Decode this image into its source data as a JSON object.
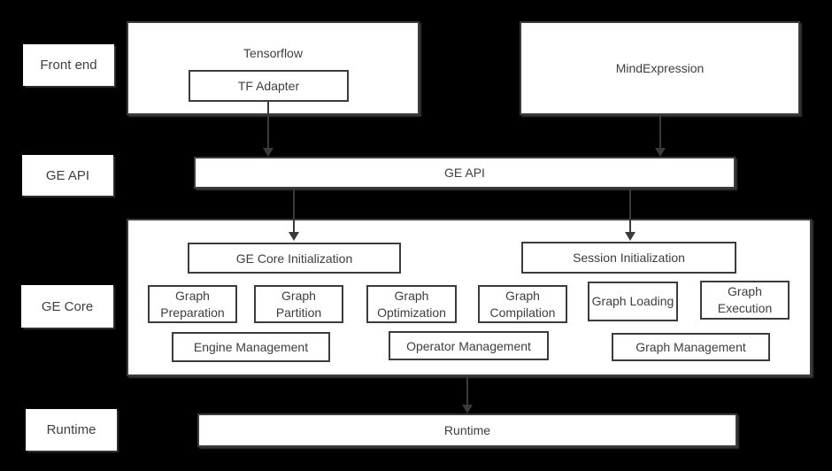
{
  "colors": {
    "background": "#000000",
    "box_fill": "#ffffff",
    "box_border": "#3c3c3c",
    "text": "#3e3e3e",
    "arrow": "#3a3a3a"
  },
  "side_labels": {
    "front_end": "Front end",
    "ge_api": "GE API",
    "ge_core": "GE Core",
    "runtime": "Runtime"
  },
  "front_end": {
    "tensorflow_title": "Tensorflow",
    "tf_adapter": "TF Adapter",
    "mind_expression": "MindExpression"
  },
  "ge_api": {
    "label": "GE API"
  },
  "ge_core": {
    "initialization": "GE Core Initialization",
    "session_initialization": "Session Initialization",
    "modules": [
      {
        "label": "Graph Preparation"
      },
      {
        "label": "Graph Partition"
      },
      {
        "label": "Graph Optimization"
      },
      {
        "label": "Graph Compilation"
      },
      {
        "label": "Graph Loading"
      },
      {
        "label": "Graph Execution"
      }
    ],
    "management": [
      {
        "label": "Engine Management"
      },
      {
        "label": "Operator Management"
      },
      {
        "label": "Graph Management"
      }
    ]
  },
  "runtime": {
    "label": "Runtime"
  }
}
